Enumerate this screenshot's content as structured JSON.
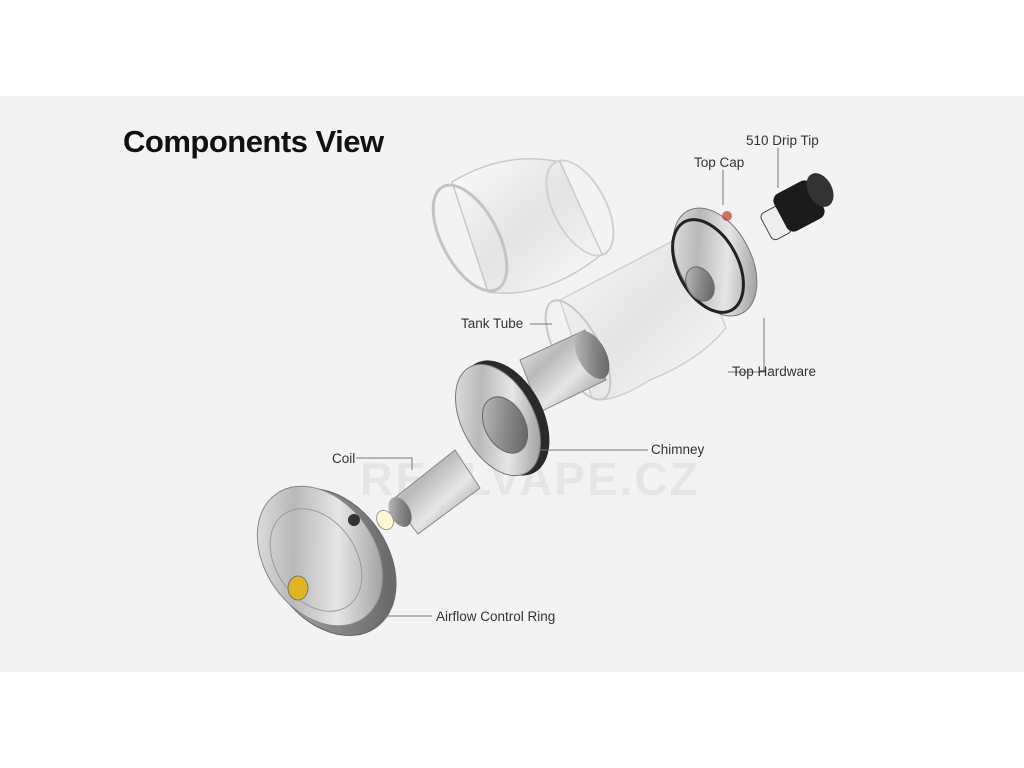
{
  "title": "Components View",
  "watermark": "REALVAPE.CZ",
  "labels": {
    "drip_tip": "510 Drip Tip",
    "top_cap": "Top Cap",
    "tank_tube": "Tank Tube",
    "top_hardware": "Top Hardware",
    "chimney": "Chimney",
    "coil": "Coil",
    "airflow_ring": "Airflow Control Ring"
  }
}
